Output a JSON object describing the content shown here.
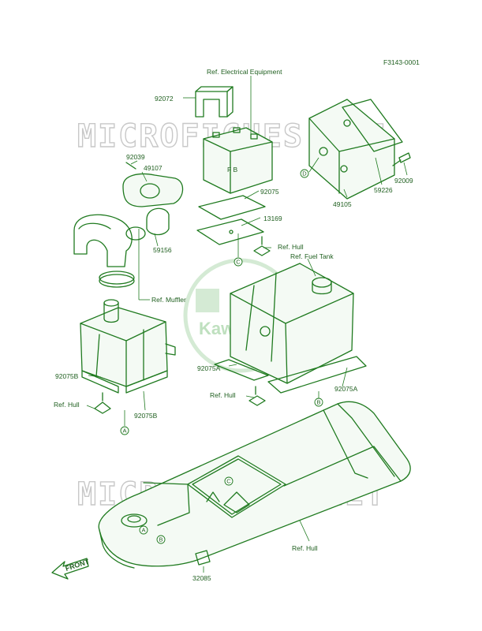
{
  "figure_id": "F3143-0001",
  "watermark": {
    "text": "MICROFICHES.NET",
    "logo": "Kawasaki"
  },
  "labels": {
    "ref_electrical": "Ref. Electrical Equipment",
    "p92072": "92072",
    "p92039": "92039",
    "p49107": "49107",
    "p92075_pad": "92075",
    "p13169": "13169",
    "ref_hull_top": "Ref. Hull",
    "ref_fuel_tank": "Ref. Fuel Tank",
    "p92009": "92009",
    "p59226": "59226",
    "p49105": "49105",
    "p59156": "59156",
    "ref_muffler": "Ref. Muffler",
    "p92075B_left": "92075B",
    "p92075B_bottom": "92075B",
    "ref_hull_left": "Ref. Hull",
    "p92075A_left": "92075A",
    "p92075A_right": "92075A",
    "ref_hull_mid": "Ref. Hull",
    "ref_hull_bottom": "Ref. Hull",
    "p32085": "32085",
    "front": "FRONT"
  },
  "callouts": {
    "A1": "A",
    "A2": "A",
    "B1": "B",
    "B2": "B",
    "C1": "C",
    "C2": "C",
    "D1": "D"
  },
  "colors": {
    "line": "#1f7a1f",
    "text": "#1f5f1f",
    "watermark": "#c8c8c8"
  }
}
